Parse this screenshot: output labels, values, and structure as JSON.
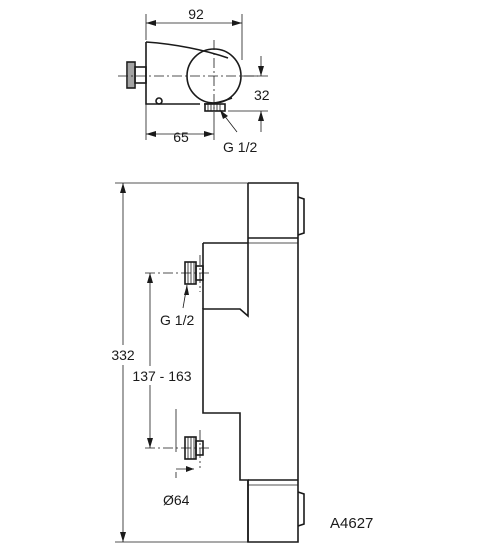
{
  "top_view": {
    "width_dim": "92",
    "offset_dim": "65",
    "height_dim": "32",
    "thread_label": "G 1/2"
  },
  "front_view": {
    "height_dim": "332",
    "centers_dim": "137 - 163",
    "thread_label": "G 1/2",
    "diameter_dim": "Ø64"
  },
  "drawing_code": "A4627"
}
